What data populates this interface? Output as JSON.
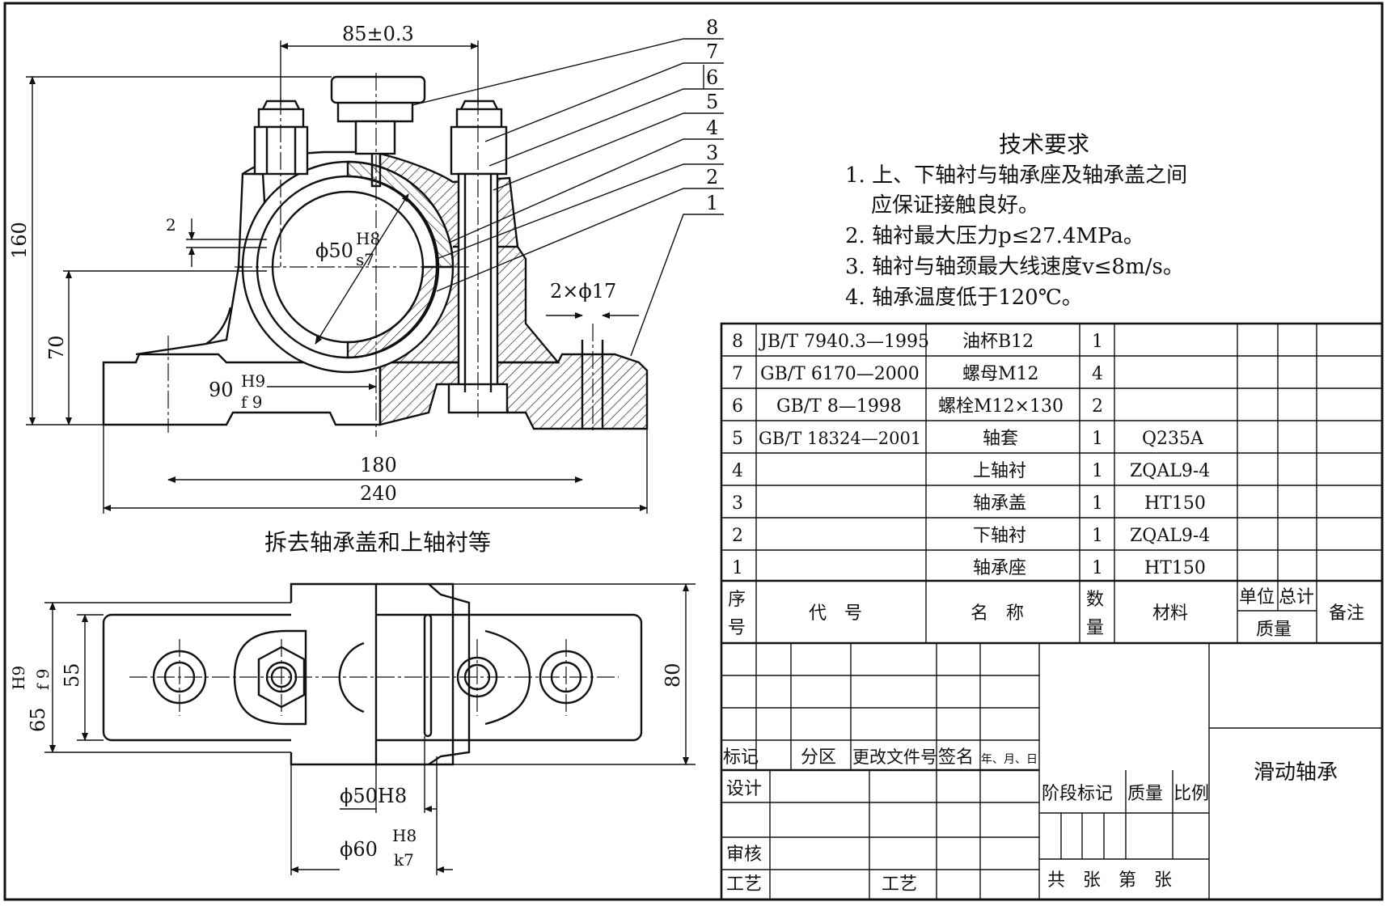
{
  "drawing": {
    "title_block_name": "滑动轴承",
    "view_caption": "拆去轴承盖和上轴衬等"
  },
  "technical_requirements": {
    "title": "技术要求",
    "lines": [
      "1. 上、下轴衬与轴承座及轴承盖之间",
      "应保证接触良好。",
      "2. 轴衬最大压力p≤27.4MPa。",
      "3. 轴衬与轴颈最大线速度v≤8m/s。",
      "4. 轴承温度低于120℃。"
    ]
  },
  "dimensions": {
    "d85": "85±0.3",
    "d160": "160",
    "d70": "70",
    "d2": "2",
    "phi50": "ϕ50",
    "phi50_fit_top": "H8",
    "phi50_fit_bot": "s7",
    "holes": "2×ϕ17",
    "d90": "90",
    "d90_fit_top": "H9",
    "d90_fit_bot": "f 9",
    "d180": "180",
    "d240": "240",
    "d65": "65",
    "d65_fit_top": "H9",
    "d65_fit_bot": "f 9",
    "d55": "55",
    "d80": "80",
    "phi50h8": "ϕ50H8",
    "phi60": "ϕ60",
    "phi60_fit_top": "H8",
    "phi60_fit_bot": "k7"
  },
  "balloons": [
    "8",
    "7",
    "6",
    "5",
    "4",
    "3",
    "2",
    "1"
  ],
  "bom": {
    "rows": [
      {
        "no": "8",
        "code": "JB/T 7940.3—1995",
        "name": "油杯B12",
        "qty": "1",
        "material": ""
      },
      {
        "no": "7",
        "code": "GB/T 6170—2000",
        "name": "螺母M12",
        "qty": "4",
        "material": ""
      },
      {
        "no": "6",
        "code": "GB/T 8—1998",
        "name": "螺栓M12×130",
        "qty": "2",
        "material": ""
      },
      {
        "no": "5",
        "code": "GB/T 18324—2001",
        "name": "轴套",
        "qty": "1",
        "material": "Q235A"
      },
      {
        "no": "4",
        "code": "",
        "name": "上轴衬",
        "qty": "1",
        "material": "ZQAL9-4"
      },
      {
        "no": "3",
        "code": "",
        "name": "轴承盖",
        "qty": "1",
        "material": "HT150"
      },
      {
        "no": "2",
        "code": "",
        "name": "下轴衬",
        "qty": "1",
        "material": "ZQAL9-4"
      },
      {
        "no": "1",
        "code": "",
        "name": "轴承座",
        "qty": "1",
        "material": "HT150"
      }
    ],
    "header": {
      "no_1": "序",
      "no_2": "号",
      "code": "代　号",
      "name": "名　称",
      "qty_1": "数",
      "qty_2": "量",
      "material": "材料",
      "unit": "单位",
      "total": "总计",
      "mass": "质量",
      "remark": "备注"
    }
  },
  "title_block": {
    "mark": "标记",
    "zone": "分区",
    "change_doc": "更改文件号",
    "sign": "签名",
    "date": "年、月、日",
    "design": "设计",
    "check": "审核",
    "process1": "工艺",
    "process2": "工艺",
    "stage_mark": "阶段标记",
    "mass": "质量",
    "scale": "比例",
    "sheets": "共　张　第　张"
  }
}
